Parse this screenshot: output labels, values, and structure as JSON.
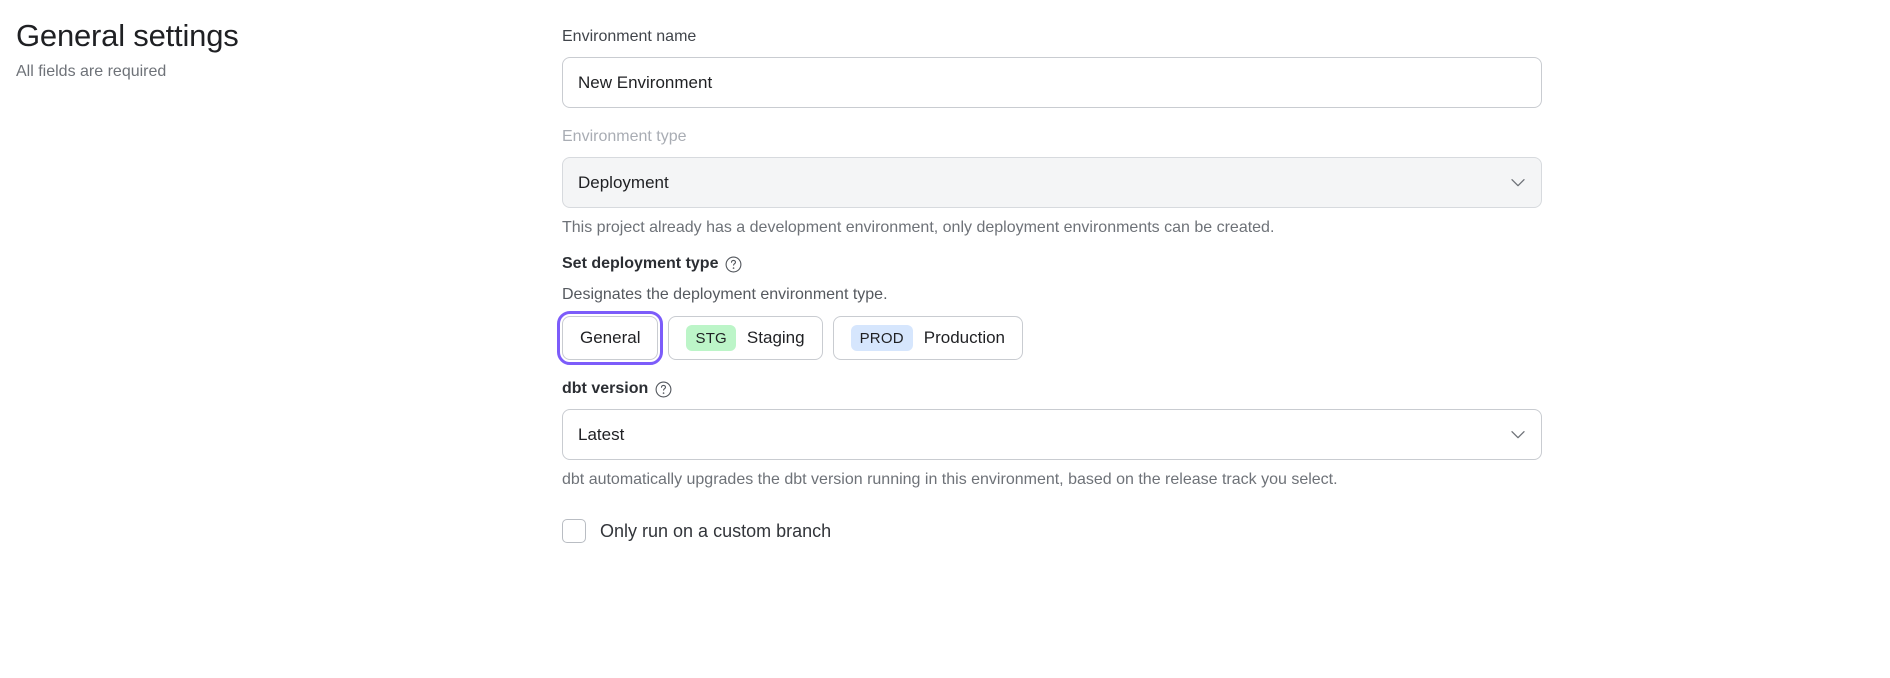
{
  "header": {
    "title": "General settings",
    "subtitle": "All fields are required"
  },
  "form": {
    "environment_name": {
      "label": "Environment name",
      "value": "New Environment",
      "placeholder": "Environment name"
    },
    "environment_type": {
      "label": "Environment type",
      "value": "Deployment",
      "disabled": true,
      "helper": "This project already has a development environment, only deployment environments can be created.",
      "caret_icon": "chevron-down-icon"
    },
    "deployment_type": {
      "label": "Set deployment type",
      "help_icon": "question-circle-icon",
      "description": "Designates the deployment environment type.",
      "options": [
        {
          "label": "General",
          "badge": "",
          "badge_kind": "",
          "focused": true
        },
        {
          "label": "Staging",
          "badge": "STG",
          "badge_kind": "stg",
          "focused": false
        },
        {
          "label": "Production",
          "badge": "PROD",
          "badge_kind": "prod",
          "focused": false
        }
      ]
    },
    "dbt_version": {
      "label": "dbt version",
      "help_icon": "question-circle-icon",
      "value": "Latest",
      "helper": "dbt automatically upgrades the dbt version running in this environment, based on the release track you select.",
      "caret_icon": "chevron-down-icon"
    },
    "custom_branch": {
      "label": "Only run on a custom branch",
      "checked": false
    }
  },
  "colors": {
    "focus_ring": "#7c5cfa",
    "badge_stg_bg": "#bcf5c8",
    "badge_prod_bg": "#d6e6fd",
    "disabled_bg": "#f4f5f6",
    "border": "#c9ccd1"
  }
}
